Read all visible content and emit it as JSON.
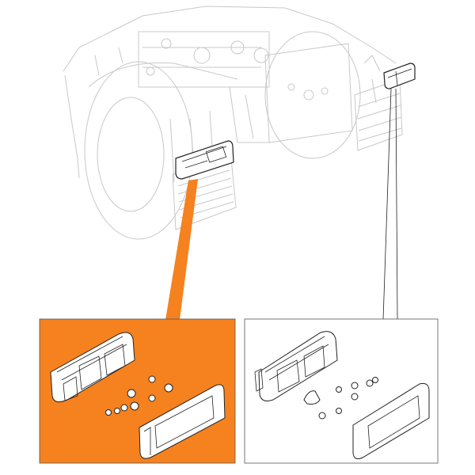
{
  "colors": {
    "highlight": "#f5821f",
    "line": "#222222",
    "background_line": "#c8c8c8"
  },
  "icons": [
    "truck-rear-illustration",
    "left-tail-lamp",
    "right-tail-lamp",
    "exploded-left-lamp-panel",
    "exploded-right-lamp-panel"
  ]
}
